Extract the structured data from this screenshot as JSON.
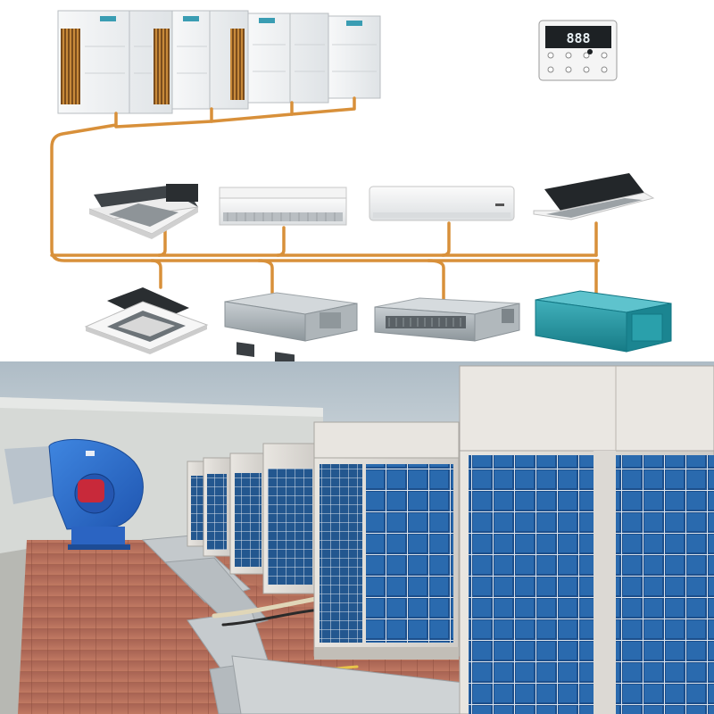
{
  "diagram": {
    "outdoor_units": [
      {
        "id": "odu-1",
        "type": "outdoor-unit"
      },
      {
        "id": "odu-2",
        "type": "outdoor-unit"
      },
      {
        "id": "odu-3",
        "type": "outdoor-unit"
      },
      {
        "id": "odu-4",
        "type": "outdoor-unit"
      }
    ],
    "indoor_units_row1": [
      {
        "id": "iu-1",
        "type": "cassette-unit"
      },
      {
        "id": "iu-2",
        "type": "ceiling-floor-unit"
      },
      {
        "id": "iu-3",
        "type": "wall-mounted-unit"
      },
      {
        "id": "iu-4",
        "type": "one-way-cassette-unit"
      }
    ],
    "indoor_units_row2": [
      {
        "id": "iu-5",
        "type": "four-way-cassette-unit"
      },
      {
        "id": "iu-6",
        "type": "ducted-unit"
      },
      {
        "id": "iu-7",
        "type": "slim-duct-unit"
      },
      {
        "id": "iu-8",
        "type": "high-static-duct-unit"
      }
    ],
    "controller": {
      "type": "wired-controller",
      "lcd_text": "888"
    },
    "colors": {
      "piping": "#d8903a",
      "unit_white": "#eef0f2",
      "unit_grey": "#9aa3a8",
      "duct_teal": "#1f8e9a",
      "coil_blue": "#1c5a9c"
    }
  },
  "photo": {
    "description_icons": [
      "blower-fan-icon",
      "outdoor-unit-icon",
      "duct-icon",
      "pipe-icon"
    ],
    "colors": {
      "sky": "#b7c4cc",
      "wall": "#d9dcda",
      "floor_tile": "#b86c55",
      "fan_blue": "#2b6fd0",
      "motor_red": "#c8293a",
      "coil_blue": "#1b4f8f",
      "casing": "#e4e1dc"
    }
  }
}
